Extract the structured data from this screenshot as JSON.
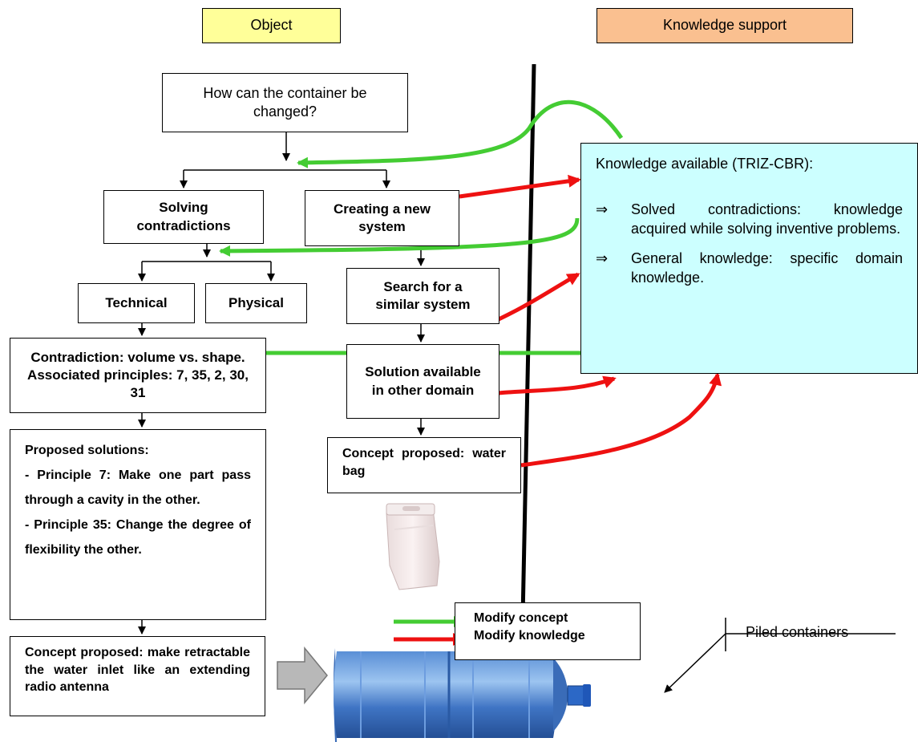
{
  "headers": {
    "object": "Object",
    "knowledge_support": "Knowledge support"
  },
  "boxes": {
    "question": "How can the container be changed?",
    "solving": "Solving contradictions",
    "creating": "Creating a new system",
    "technical": "Technical",
    "physical": "Physical",
    "contradiction": "Contradiction: volume vs. shape. Associated principles: 7, 35, 2, 30, 31",
    "proposed_title": "Proposed solutions:",
    "proposed_p7": "- Principle 7: Make one part pass through a cavity in the other.",
    "proposed_p35": "- Principle 35: Change the degree of flexibility the other.",
    "concept_inlet": "Concept proposed: make retractable the water inlet like an extending radio antenna",
    "search": "Search for a similar system",
    "solution_available": "Solution available in other domain",
    "concept_bag": "Concept proposed: water bag"
  },
  "knowledge": {
    "title": "Knowledge available (TRIZ-CBR):",
    "bullet_symbol": "⇒",
    "item1": "Solved contradictions: knowledge acquired while solving inventive problems.",
    "item2": "General knowledge: specific domain knowledge."
  },
  "legend": {
    "modify_concept": "Modify concept",
    "modify_knowledge": "Modify knowledge"
  },
  "callout": "Piled containers",
  "colors": {
    "green": "#44cc33",
    "red": "#ee1111",
    "header_object": "#ffff99",
    "header_knowledge": "#fac090",
    "knowledge_box": "#ccffff"
  }
}
